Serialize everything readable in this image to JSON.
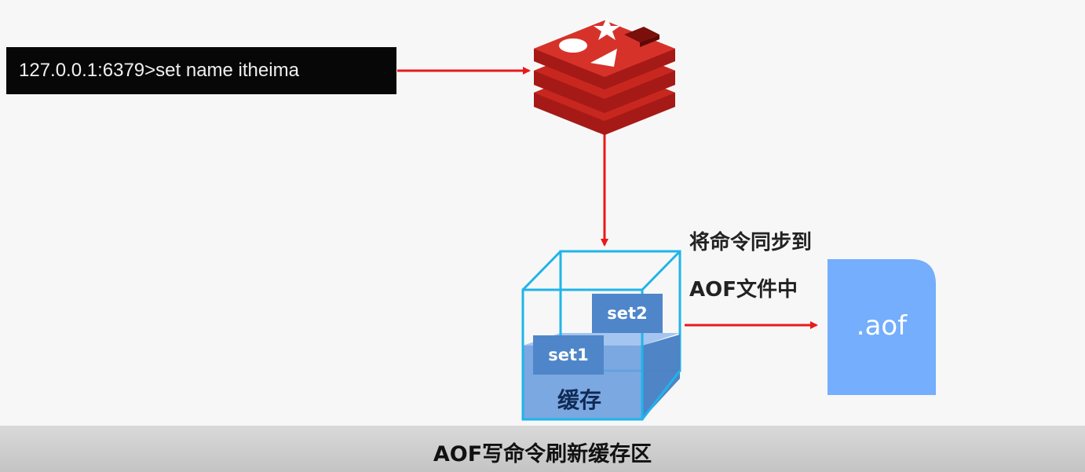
{
  "command": {
    "text": "127.0.0.1:6379>set name itheima"
  },
  "note": {
    "line1": "将命令同步到",
    "line2": "AOF文件中"
  },
  "buffer": {
    "label": "缓存",
    "blocks": [
      "set1",
      "set2"
    ]
  },
  "file": {
    "label": ".aof"
  },
  "footer": {
    "title": "AOF写命令刷新缓存区"
  },
  "colors": {
    "arrow": "#e81a1a",
    "redis_top": "#d7322a",
    "redis_layer": "#b71e1a",
    "cube_edge": "#1fb4ea",
    "file_fill": "#74aefc",
    "block_fill": "#4f86c9"
  },
  "icons": {
    "redis": "redis-logo-icon",
    "file": "aof-file-icon",
    "buffer": "cache-cube-icon"
  }
}
